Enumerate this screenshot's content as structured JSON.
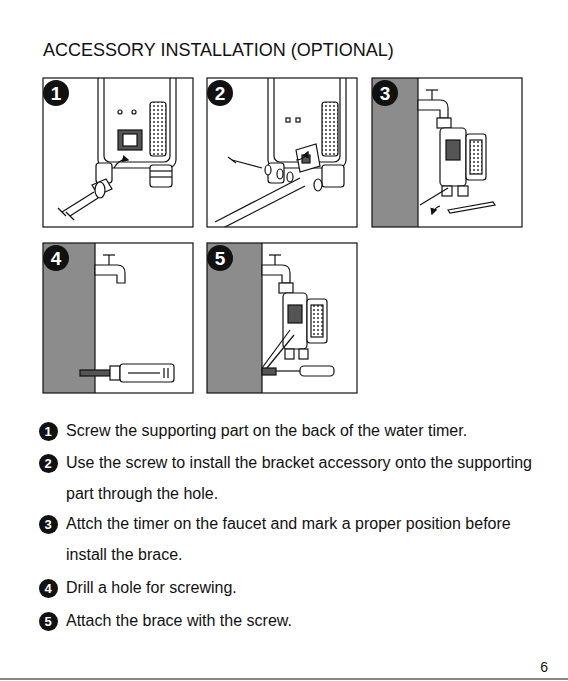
{
  "diagram": {
    "title": "ACCESSORY INSTALLATION (OPTIONAL)",
    "nodes": [
      {
        "text": [
          "1"
        ]
      },
      {
        "text": [
          "2"
        ]
      },
      {
        "text": [
          "3"
        ]
      },
      {
        "text": [
          "4"
        ]
      },
      {
        "text": [
          "5"
        ]
      },
      {
        "text": [
          "1"
        ]
      },
      {
        "text": [
          "2"
        ]
      },
      {
        "text": [
          "3"
        ]
      },
      {
        "text": [
          "4"
        ]
      },
      {
        "text": [
          "5"
        ]
      }
    ],
    "labels": [
      "Screw the supporting part on the back of the water timer.",
      "Use the screw to install the bracket accessory onto the supporting part through the hole.",
      "Attch the timer on the faucet and mark a proper position before install the brace.",
      "Drill a hole for screwing.",
      "Attach the brace with the screw.",
      "6"
    ]
  }
}
